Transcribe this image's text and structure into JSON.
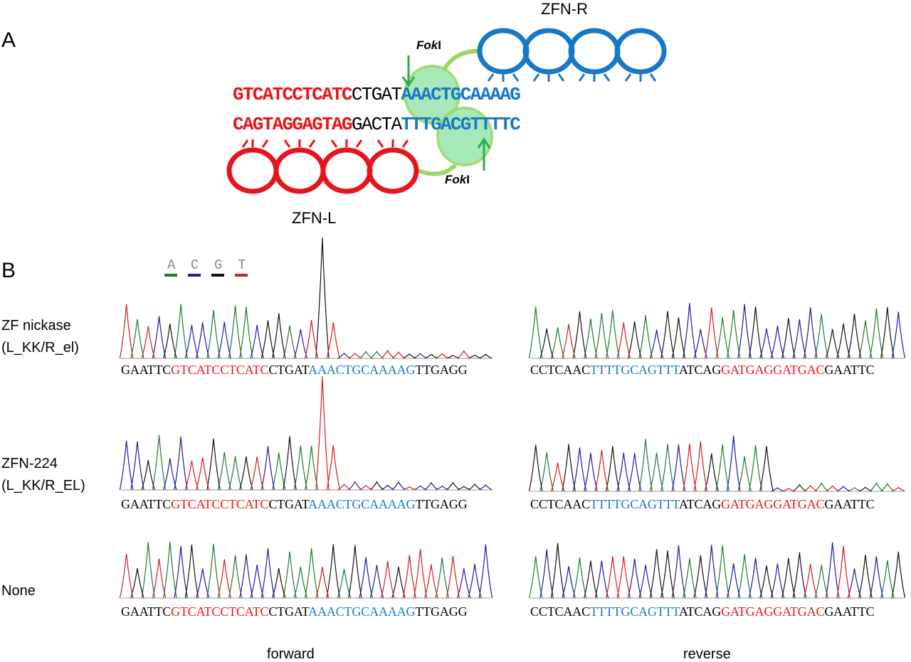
{
  "panel_a": {
    "label": "A",
    "zfn_r": "ZFN-R",
    "zfn_l": "ZFN-L",
    "fok_main": "Fok",
    "fok_suffix": "I",
    "top_strand": {
      "red": "GTCATCCTCATC",
      "black": "CTGAT",
      "blue": "AAACTGCAAAAG"
    },
    "bottom_strand": {
      "red": "CAGTAGGAGTAG",
      "black": "GACTA",
      "blue": "TTTGACGTTTTC"
    },
    "colors": {
      "red": "#e8141c",
      "blue": "#1878c8",
      "green": "#22b24c",
      "nuclease_fill": "#9fe8b0",
      "nuclease_edge": "#9ad86a"
    }
  },
  "panel_b": {
    "label": "B",
    "legend": [
      {
        "base": "A",
        "color": "#1f7a2e"
      },
      {
        "base": "C",
        "color": "#1a1aa8"
      },
      {
        "base": "G",
        "color": "#111111"
      },
      {
        "base": "T",
        "color": "#d81a1a"
      }
    ],
    "rows": [
      {
        "label_1": "ZF nickase",
        "label_2": "(L_KK/R_el)"
      },
      {
        "label_1": "ZFN-224",
        "label_2": "(L_KK/R_EL)"
      },
      {
        "label_1": "None",
        "label_2": ""
      }
    ],
    "forward_seq": {
      "pre": "GAATTC",
      "red": "GTCATCCTCATC",
      "mid": "CTGAT",
      "blue": "AAACTGCAAAAG",
      "post": "TTGAGG"
    },
    "reverse_seq": {
      "pre": "CCTCAAC",
      "blue": "TTTTGCAGTTT",
      "mid": "ATCAG",
      "red": "GATGAGGATGAC",
      "post": "GAATTC"
    },
    "forward_label": "forward",
    "reverse_label": "reverse"
  }
}
